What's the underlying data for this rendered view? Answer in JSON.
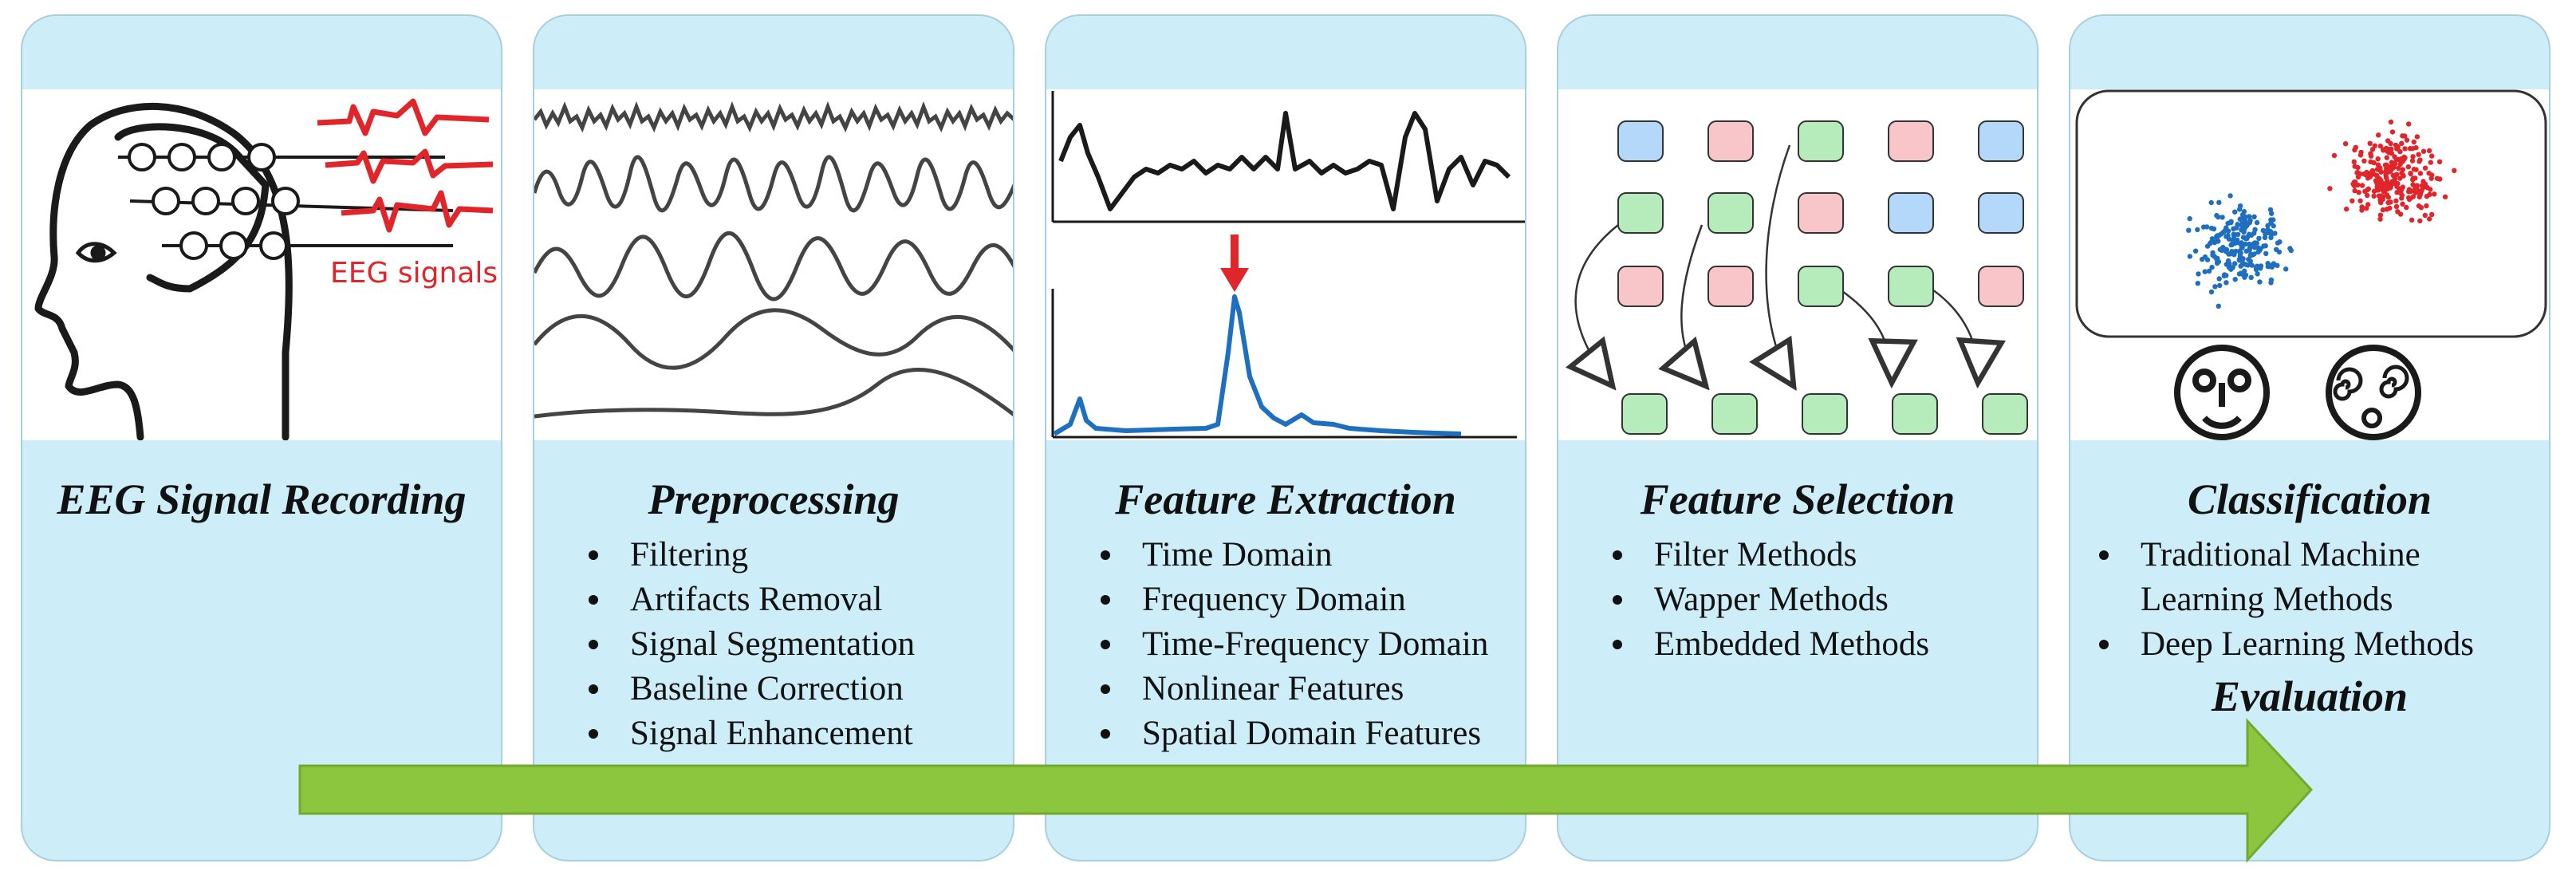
{
  "colors": {
    "panel_bg": "#cdeef9",
    "signal_red": "#e0262b",
    "flow_arrow": "#8cc63f",
    "spectrum_blue": "#1f6fc0",
    "node_green": "#b6ecbc",
    "node_red": "#f8c6c8",
    "node_blue": "#b3d8f9"
  },
  "stages": [
    {
      "title": "EEG Signal Recording",
      "image_label": "EEG signals",
      "bullets": []
    },
    {
      "title": "Preprocessing",
      "bullets": [
        "Filtering",
        "Artifacts Removal",
        "Signal Segmentation",
        "Baseline Correction",
        "Signal Enhancement"
      ]
    },
    {
      "title": "Feature Extraction",
      "bullets": [
        "Time Domain",
        "Frequency Domain",
        "Time-Frequency Domain",
        "Nonlinear Features",
        "Spatial Domain Features"
      ]
    },
    {
      "title": "Feature Selection",
      "bullets": [
        "Filter Methods",
        "Wapper Methods",
        "Embedded Methods"
      ]
    },
    {
      "title": "Classification",
      "bullets": [
        "Traditional Machine",
        "Learning Methods",
        "Deep Learning Methods"
      ],
      "subtitle": "Evaluation"
    }
  ],
  "icons": {
    "head": "head-outline-icon",
    "calm_face": "calm-face-icon",
    "confused_face": "confused-face-icon",
    "arrow": "process-flow-arrow"
  }
}
